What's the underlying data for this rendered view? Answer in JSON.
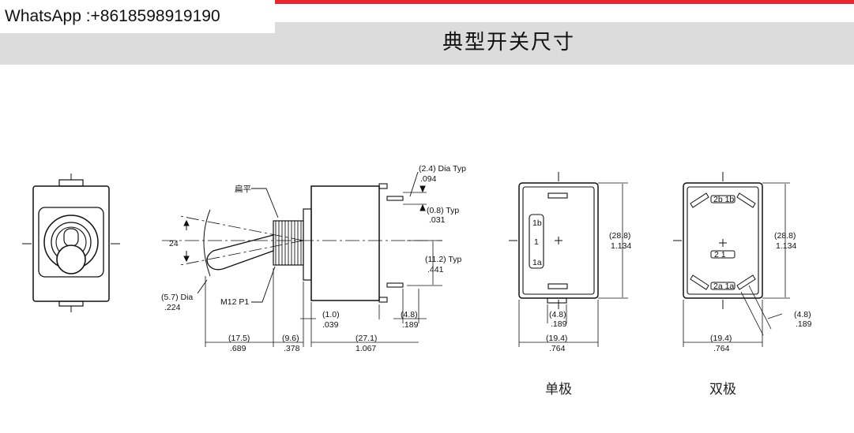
{
  "header": {
    "contact": "WhatsApp :+8618598919190",
    "title": "典型开关尺寸"
  },
  "side_view": {
    "angle": "24",
    "flat_label": "扁平",
    "dia_mm": "(5.7) Dia",
    "dia_in": ".224",
    "thread": "M12 P1",
    "terminal_dia_mm": "(2.4) Dia Typ",
    "terminal_dia_in": ".094",
    "thickness_mm": "(0.8) Typ",
    "thickness_in": ".031",
    "pitch_mm": "(11.2) Typ",
    "pitch_in": ".441",
    "d1_mm": "(17.5)",
    "d1_in": ".689",
    "d2_mm": "(9.6)",
    "d2_in": ".378",
    "d3_mm": "(27.1)",
    "d3_in": "1.067",
    "d4_mm": "(1.0)",
    "d4_in": ".039",
    "d5_mm": "(4.8)",
    "d5_in": ".189"
  },
  "single_pole": {
    "caption": "单极",
    "t1b": "1b",
    "t1": "1",
    "t1a": "1a",
    "height_mm": "(28.8)",
    "height_in": "1.134",
    "tab_mm": "(4.8)",
    "tab_in": ".189",
    "width_mm": "(19.4)",
    "width_in": ".764"
  },
  "double_pole": {
    "caption": "双极",
    "t_top": "2b  1b",
    "t_mid": "2   1",
    "t_bot": "2a  1a",
    "height_mm": "(28.8)",
    "height_in": "1.134",
    "tab_mm": "(4.8)",
    "tab_in": ".189",
    "width_mm": "(19.4)",
    "width_in": ".764"
  },
  "colors": {
    "accent": "#e8262d",
    "band": "#dcdcdc",
    "ink": "#111111"
  }
}
